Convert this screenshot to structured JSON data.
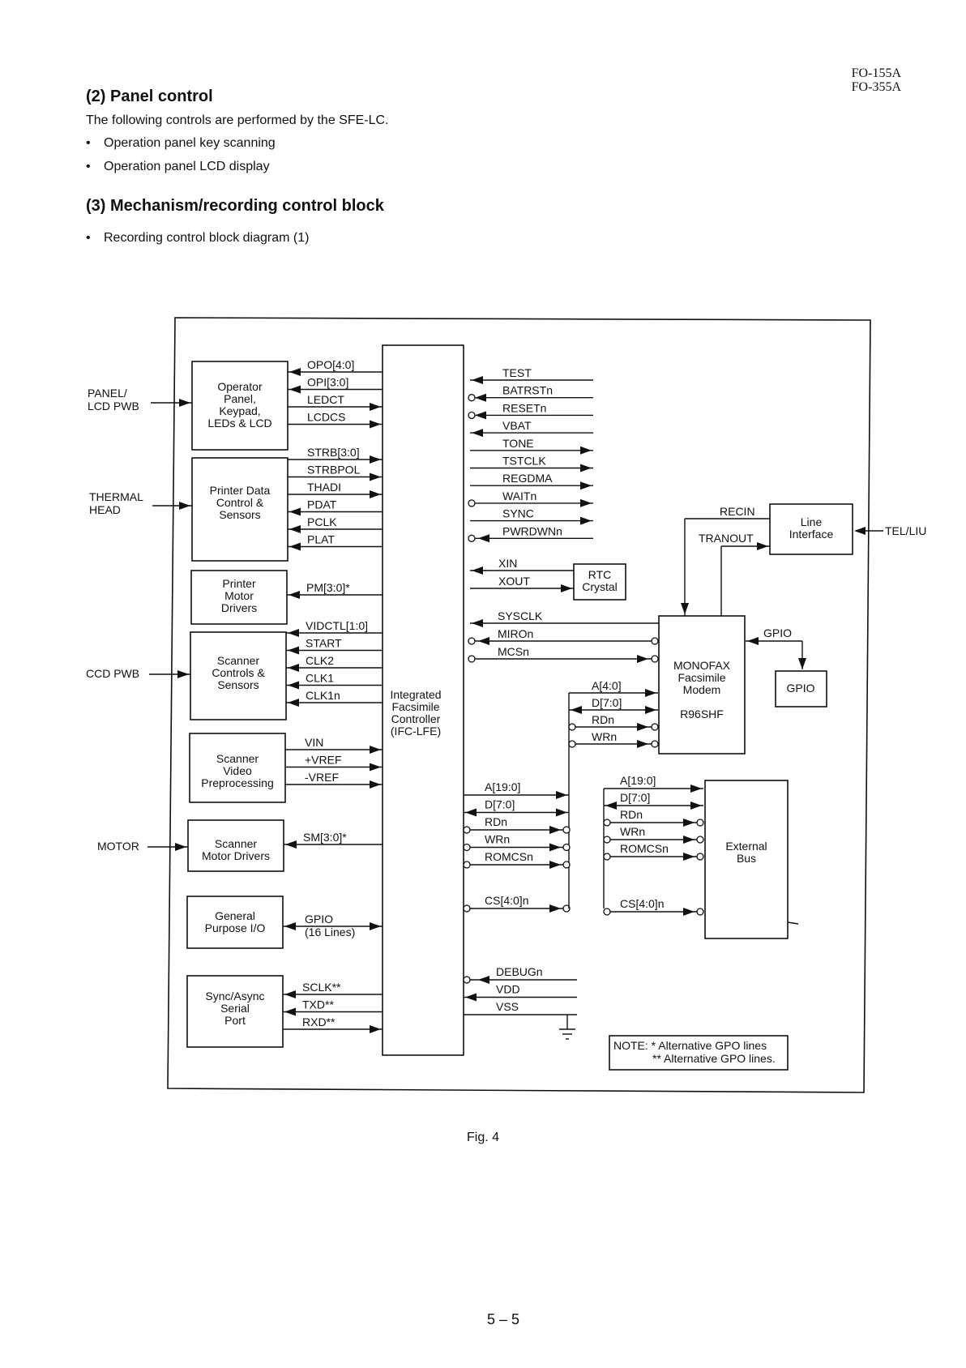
{
  "doc_id": [
    "FO-155A",
    "FO-355A"
  ],
  "section2": {
    "title": "(2) Panel control",
    "text": "The following controls are performed by the SFE-LC.",
    "bullets": [
      "Operation panel key scanning",
      "Operation panel LCD display"
    ]
  },
  "section3": {
    "title": "(3) Mechanism/recording control block",
    "bullets": [
      "Recording control block diagram (1)"
    ]
  },
  "figure_caption": "Fig. 4",
  "page_number": "5 – 5",
  "diagram": {
    "external_labels": {
      "panel": [
        "PANEL/",
        "LCD PWB"
      ],
      "thermal": [
        "THERMAL",
        "HEAD"
      ],
      "ccd": "CCD PWB",
      "motor": "MOTOR",
      "tel": "TEL/LIU"
    },
    "blocks": {
      "operator": [
        "Operator",
        "Panel,",
        "Keypad,",
        "LEDs & LCD"
      ],
      "printer_data": [
        "Printer Data",
        "Control &",
        "Sensors"
      ],
      "printer_motor": [
        "Printer",
        "Motor",
        "Drivers"
      ],
      "scanner_ctrl": [
        "Scanner",
        "Controls &",
        "Sensors"
      ],
      "scanner_video": [
        "Scanner",
        "Video",
        "Preprocessing"
      ],
      "scanner_motor": [
        "Scanner",
        "Motor Drivers"
      ],
      "gpio_block": [
        "General",
        "Purpose I/O"
      ],
      "serial": [
        "Sync/Async",
        "Serial",
        "Port"
      ],
      "ifc": [
        "Integrated",
        "Facsimile",
        "Controller",
        "(IFC-LFE)"
      ],
      "rtc": [
        "RTC",
        "Crystal"
      ],
      "line_if": [
        "Line",
        "Interface"
      ],
      "modem": [
        "MONOFAX",
        "Facsimile",
        "Modem",
        "",
        "R96SHF"
      ],
      "gpio_small": "GPIO",
      "ext_bus": [
        "External",
        "Bus"
      ]
    },
    "signals_left": {
      "operator": [
        "OPO[4:0]",
        "OPI[3:0]",
        "LEDCT",
        "LCDCS"
      ],
      "printer_data": [
        "STRB[3:0]",
        "STRBPOL",
        "THADI",
        "PDAT",
        "PCLK",
        "PLAT"
      ],
      "printer_motor": [
        "PM[3:0]*"
      ],
      "scanner_ctrl": [
        "VIDCTL[1:0]",
        "START",
        "CLK2",
        "CLK1",
        "CLK1n"
      ],
      "scanner_video": [
        "VIN",
        "+VREF",
        "-VREF"
      ],
      "scanner_motor": [
        "SM[3:0]*"
      ],
      "gpio": [
        "GPIO",
        "(16 Lines)"
      ],
      "serial": [
        "SCLK**",
        "TXD**",
        "RXD**"
      ]
    },
    "signals_right": {
      "top": [
        "TEST",
        "BATRSTn",
        "RESETn",
        "VBAT",
        "TONE",
        "TSTCLK",
        "REGDMA",
        "WAITn",
        "SYNC",
        "PWRDWNn"
      ],
      "rtc": [
        "XIN",
        "XOUT"
      ],
      "modem": [
        "SYSCLK",
        "MIROn",
        "MCSn"
      ],
      "modem_bus": [
        "A[4:0]",
        "D[7:0]",
        "RDn",
        "WRn"
      ],
      "gpio": "GPIO",
      "line": [
        "RECIN",
        "TRANOUT"
      ],
      "bus": [
        "A[19:0]",
        "D[7:0]",
        "RDn",
        "WRn",
        "ROMCSn"
      ],
      "cs": "CS[4:0]n",
      "ext": [
        "A[19:0]",
        "D[7:0]",
        "RDn",
        "WRn",
        "ROMCSn"
      ],
      "ext_cs": "CS[4:0]n",
      "bottom": [
        "DEBUGn",
        "VDD",
        "VSS"
      ]
    },
    "note": [
      "NOTE: * Alternative GPO lines",
      "** Alternative GPO lines."
    ]
  }
}
